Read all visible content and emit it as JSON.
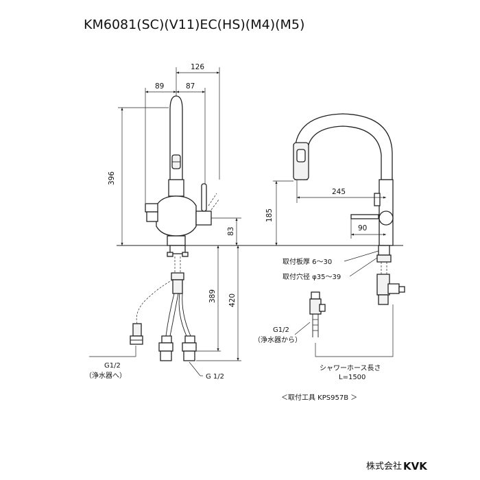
{
  "title": "KM6081(SC)(V11)EC(HS)(M4)(M5)",
  "dimensions": {
    "d126": "126",
    "d89": "89",
    "d87": "87",
    "d396": "396",
    "d83": "83",
    "d389": "389",
    "d420": "420",
    "d245": "245",
    "d185": "185",
    "d90": "90"
  },
  "notes": {
    "plate_thickness": "取付板厚 6～30",
    "hole_diameter": "取付穴径 φ35～39",
    "g12_left": "G1/2",
    "to_purifier": "（浄水器へ）",
    "g12_bottom": "G 1/2",
    "g12_right": "G1/2",
    "from_purifier": "（浄水器から）",
    "shower_hose": "シャワーホース長さ",
    "hose_length": "L=1500",
    "install_tool": "＜取付工具 KPS957B ＞"
  },
  "brand": {
    "company_prefix": "株式会社",
    "logo": "KVK"
  }
}
